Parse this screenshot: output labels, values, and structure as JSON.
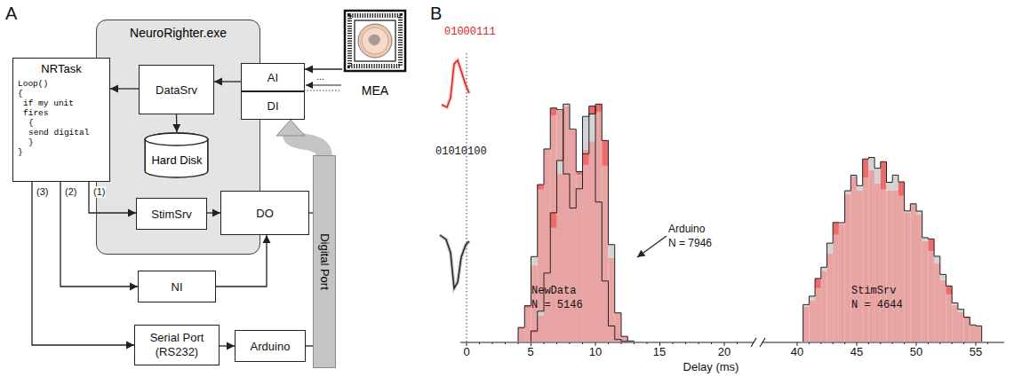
{
  "diagram": {
    "nodes": [
      {
        "text": [
          "NeuroRighter.exe"
        ]
      },
      {
        "text": [
          "NRTask",
          "Loop()",
          "{",
          "if my unit",
          "fires",
          "{",
          "send digital",
          "}",
          "}"
        ]
      },
      {
        "text": [
          "DataSrv"
        ],
        "in": 0
      },
      {
        "text": [
          "Hard Disk"
        ],
        "in": 0
      },
      {
        "text": [
          "AI"
        ],
        "in": 0
      },
      {
        "text": [
          "DI"
        ],
        "in": 0
      },
      {
        "text": [
          "StimSrv"
        ],
        "in": 0
      },
      {
        "text": [
          "DO"
        ]
      },
      {
        "text": [
          "MEA"
        ]
      },
      {
        "text": [
          "NI"
        ]
      },
      {
        "text": [
          "Serial Port (RS232)"
        ]
      },
      {
        "text": [
          "Arduino"
        ]
      },
      {
        "text": [
          "Digital Port"
        ]
      }
    ],
    "edges": [
      {
        "from": 8,
        "to": 4,
        "arrow": "to"
      },
      {
        "from": 4,
        "to": 2,
        "arrow": "to"
      },
      {
        "from": 2,
        "to": 1,
        "arrow": "to"
      },
      {
        "from": 2,
        "to": 3,
        "arrow": "to"
      },
      {
        "from": 1,
        "to": 6,
        "label": "(1)",
        "arrow": "to"
      },
      {
        "from": 1,
        "to": 9,
        "label": "(2)",
        "arrow": "to"
      },
      {
        "from": 1,
        "to": 10,
        "label": "(3)",
        "arrow": "to"
      },
      {
        "from": 6,
        "to": 7,
        "arrow": "to"
      },
      {
        "from": 9,
        "to": 7,
        "arrow": "to"
      },
      {
        "from": 10,
        "to": 11,
        "arrow": "to"
      },
      {
        "from": 11,
        "to": 12,
        "arrow": "none"
      },
      {
        "from": 7,
        "to": 12,
        "arrow": "none"
      },
      {
        "from": 12,
        "to": 5,
        "arrow": "to"
      }
    ],
    "labels": [
      "A",
      "B",
      "...",
      "01000111",
      "01010100",
      "NewData",
      "N = 5146",
      "Arduino",
      "N = 7946",
      "StimSrv",
      "N = 4644",
      "0",
      "5",
      "10",
      "15",
      "20",
      "40",
      "45",
      "50",
      "55",
      "Delay (ms)"
    ]
  }
}
